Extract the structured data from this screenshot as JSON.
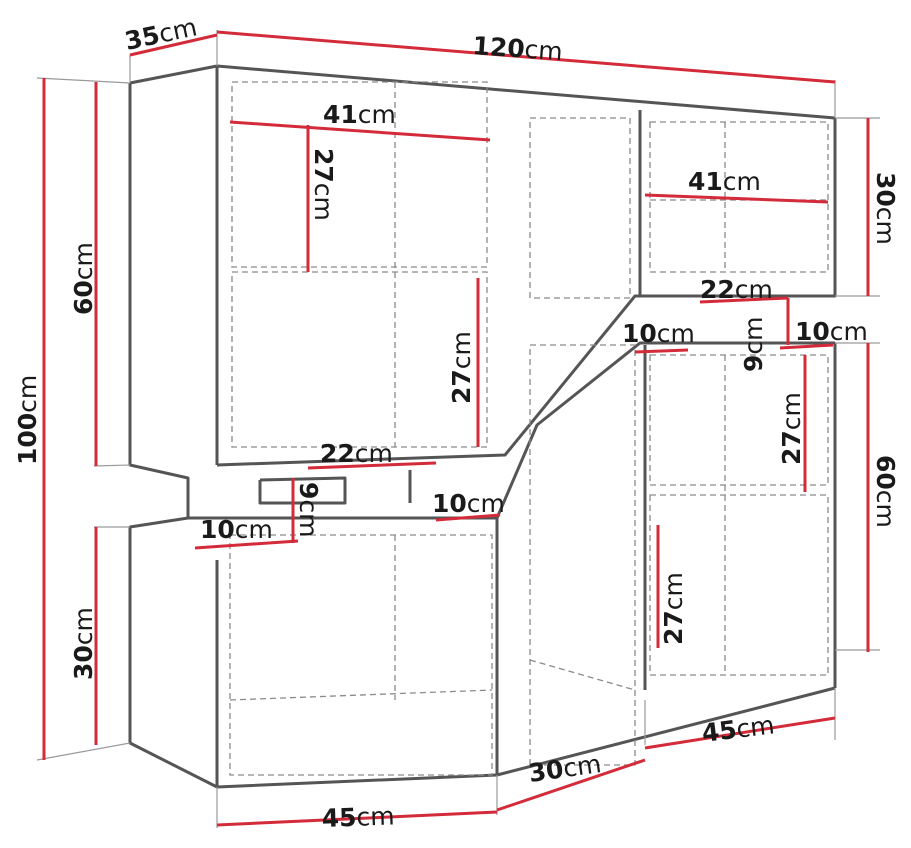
{
  "diagram": {
    "colors": {
      "outline": "#555555",
      "dimension_line": "#d42b3a",
      "guide": "#9a9a9a",
      "text": "#1a1a1a"
    },
    "unit": "cm",
    "dimensions": {
      "depth_top": "35",
      "width_total": "120",
      "height_total": "100",
      "left_upper_height": "60",
      "left_lower_height": "30",
      "right_upper_height": "30",
      "right_lower_height": "60",
      "left_shelf_width": "41",
      "left_shelf_height": "27",
      "left_lower_compartment_height": "27",
      "left_gap_width": "22",
      "left_gap_height": "9",
      "left_gap_side_a": "10",
      "left_gap_side_b": "10",
      "right_shelf_width": "41",
      "right_gap_width": "22",
      "right_gap_height": "9",
      "right_gap_side_a": "10",
      "right_gap_side_b": "10",
      "right_middle_compartment_height": "27",
      "right_lower_compartment_height": "27",
      "bottom_left_width": "45",
      "bottom_middle_width": "30",
      "bottom_right_width": "45"
    }
  }
}
